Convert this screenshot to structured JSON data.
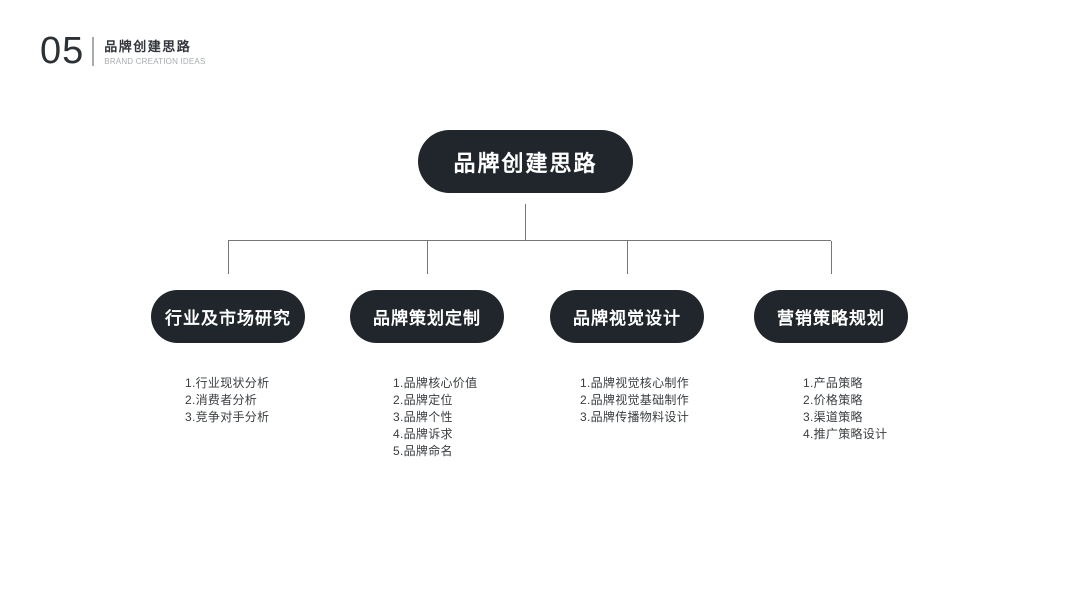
{
  "header": {
    "number": "05",
    "title": "品牌创建思路",
    "subtitle": "BRAND CREATION IDEAS"
  },
  "colors": {
    "node_bg": "#20262b",
    "node_text": "#ffffff",
    "connector_line": "#74777a",
    "list_text": "#3a3e41",
    "background": "#ffffff"
  },
  "chart": {
    "root": {
      "label": "品牌创建思路"
    },
    "branches": [
      {
        "label": "行业及市场研究",
        "items": [
          "1.行业现状分析",
          "2.消费者分析",
          "3.竞争对手分析"
        ]
      },
      {
        "label": "品牌策划定制",
        "items": [
          "1.品牌核心价值",
          "2.品牌定位",
          "3.品牌个性",
          "4.品牌诉求",
          "5.品牌命名"
        ]
      },
      {
        "label": "品牌视觉设计",
        "items": [
          "1.品牌视觉核心制作",
          "2.品牌视觉基础制作",
          "3.品牌传播物料设计"
        ]
      },
      {
        "label": "营销策略规划",
        "items": [
          "1.产品策略",
          "2.价格策略",
          "3.渠道策略",
          "4.推广策略设计"
        ]
      }
    ]
  }
}
